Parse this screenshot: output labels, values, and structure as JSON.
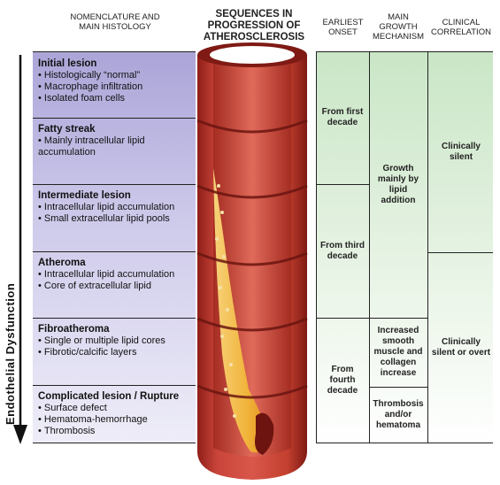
{
  "headers": {
    "nomenclature": "NOMENCLATURE AND MAIN HISTOLOGY",
    "sequences": "SEQUENCES IN PROGRESSION OF ATHEROSCLEROSIS",
    "onset": "EARLIEST ONSET",
    "growth": "MAIN GROWTH MECHANISM",
    "clinical": "CLINICAL CORRELATION"
  },
  "side_label": "Endothelial Dysfunction",
  "stages": [
    {
      "title": "Initial lesion",
      "items": [
        "Histologically “normal”",
        "Macrophage infiltration",
        "Isolated foam cells"
      ]
    },
    {
      "title": "Fatty streak",
      "items": [
        "Mainly intracellular lipid accumulation"
      ]
    },
    {
      "title": "Intermediate lesion",
      "items": [
        "Intracellular lipid accumulation",
        "Small extracellular lipid pools"
      ]
    },
    {
      "title": "Atheroma",
      "items": [
        "Intracellular lipid accumulation",
        "Core of extracellular lipid"
      ]
    },
    {
      "title": "Fibroatheroma",
      "items": [
        "Single or multiple lipid cores",
        "Fibrotic/calcific layers"
      ]
    },
    {
      "title": "Complicated lesion / Rupture",
      "items": [
        "Surface defect",
        "Hematoma-hemorrhage",
        "Thrombosis"
      ]
    }
  ],
  "onset": [
    "From first decade",
    "From third decade",
    "From fourth decade"
  ],
  "growth": [
    "Growth mainly by lipid addition",
    "Increased smooth muscle and collagen increase",
    "Thrombosis and/or hematoma"
  ],
  "clinical": [
    "Clinically silent",
    "Clinically silent or overt"
  ],
  "colors": {
    "stage_fill": "#b4aedb",
    "green_fill": "#d6ecd4",
    "artery_red": "#b8332a",
    "lipid_yellow": "#f3c34a"
  }
}
